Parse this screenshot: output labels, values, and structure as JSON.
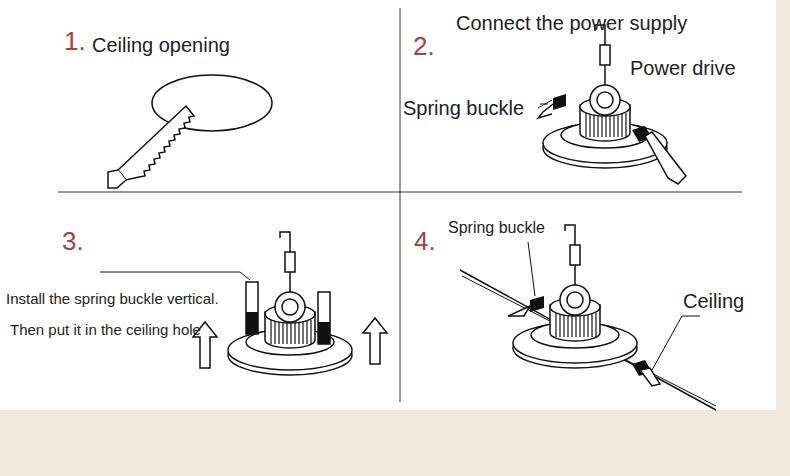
{
  "diagram": {
    "labels": [
      "1.",
      "Ceiling opening",
      "2.",
      "Connect the power supply",
      "Power drive",
      "Spring buckle",
      "3.",
      "Install the spring buckle vertical.",
      "Then put it in the ceiling hole",
      "4.",
      "Spring buckle",
      "Ceiling"
    ]
  }
}
